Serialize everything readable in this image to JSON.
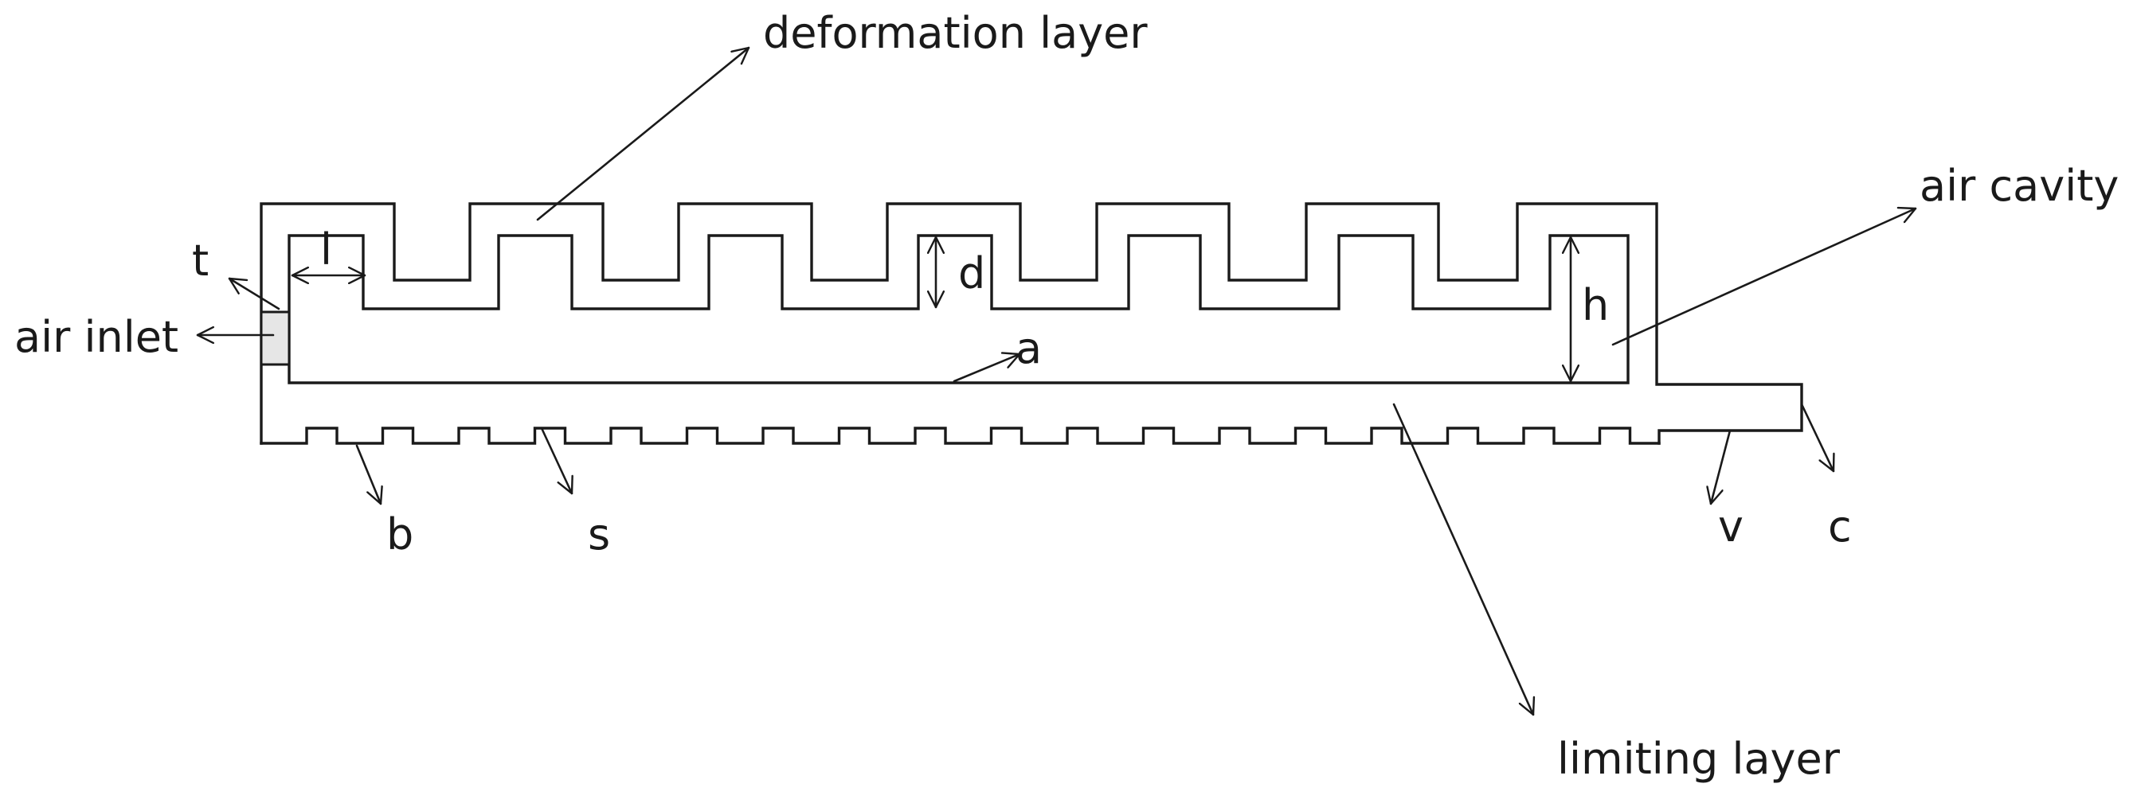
{
  "diagram": {
    "title": "",
    "labels": {
      "deformation_layer": "deformation layer",
      "air_cavity": "air cavity",
      "limiting_layer": "limiting layer",
      "air_inlet": "air inlet",
      "t": "t",
      "l": "l",
      "d": "d",
      "h": "h",
      "a": "a",
      "b": "b",
      "s": "s",
      "v": "v",
      "c": "c"
    },
    "colors": {
      "stroke": "#1a1a1a",
      "inlet_fill": "#e6e6e6",
      "background": "#ffffff"
    }
  }
}
